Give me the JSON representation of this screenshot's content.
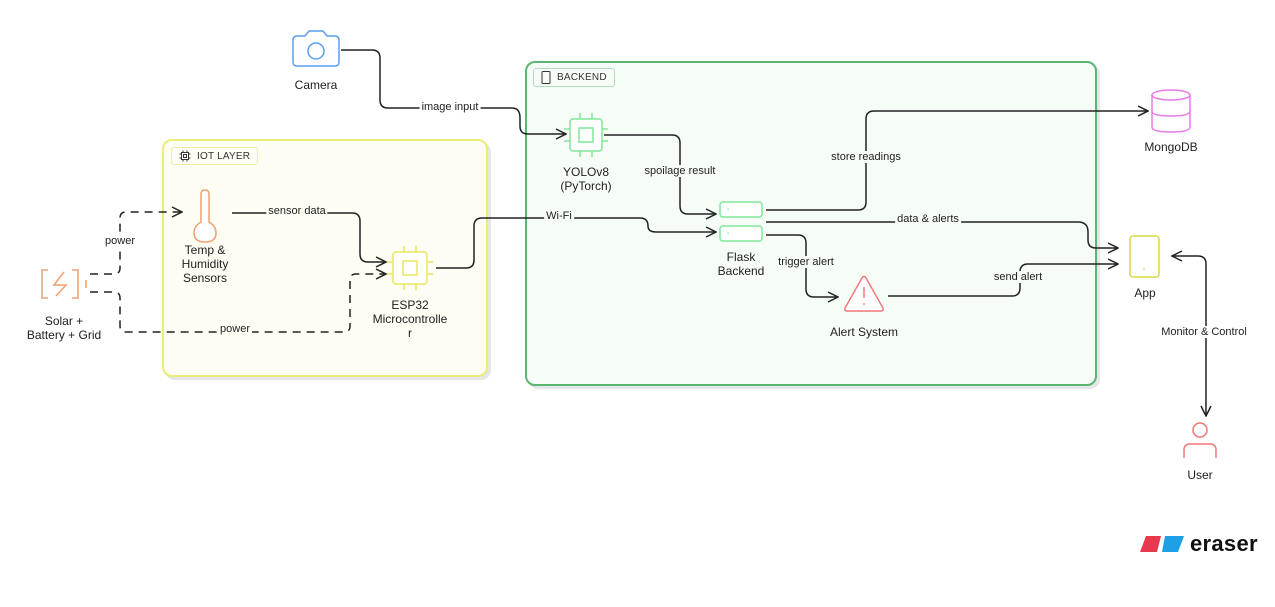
{
  "diagram": {
    "groups": {
      "iot": {
        "label": "IOT LAYER",
        "icon": "chip-icon",
        "border_color": "#ecec78",
        "fill_color": "#fdfdf3"
      },
      "backend": {
        "label": "BACKEND",
        "icon": "tablet-icon",
        "border_color": "#5ab673",
        "fill_color": "#f6fdf7"
      }
    },
    "nodes": {
      "camera": {
        "label": "Camera",
        "icon": "camera-icon",
        "color": "#5a9ff0"
      },
      "power": {
        "label_line1": "Solar +",
        "label_line2": "Battery + Grid",
        "icon": "battery-bolt-icon",
        "color": "#f0a070"
      },
      "sensors": {
        "label_line1": "Temp &",
        "label_line2": "Humidity",
        "label_line3": "Sensors",
        "icon": "thermometer-icon",
        "color": "#f0a070"
      },
      "esp32": {
        "label_line1": "ESP32",
        "label_line2": "Microcontrolle",
        "label_line3": "r",
        "icon": "chip-icon",
        "color": "#e8e860"
      },
      "yolo": {
        "label_line1": "YOLOv8",
        "label_line2": "(PyTorch)",
        "icon": "chip-icon",
        "color": "#7ee89a"
      },
      "flask": {
        "label_line1": "Flask",
        "label_line2": "Backend",
        "icon": "server-icon",
        "color": "#7ee89a"
      },
      "alert": {
        "label": "Alert System",
        "icon": "warning-icon",
        "color": "#f07878"
      },
      "mongodb": {
        "label": "MongoDB",
        "icon": "database-icon",
        "color": "#e87ae8"
      },
      "app": {
        "label": "App",
        "icon": "mobile-icon",
        "color": "#d8d840"
      },
      "user": {
        "label": "User",
        "icon": "user-icon",
        "color": "#f07878"
      }
    },
    "edges": {
      "image_input": "image input",
      "power_sensors": "power",
      "power_esp32": "power",
      "sensor_data": "sensor data",
      "wifi": "Wi-Fi",
      "spoilage_result": "spoilage result",
      "store_readings": "store readings",
      "data_alerts": "data & alerts",
      "trigger_alert": "trigger alert",
      "send_alert": "send alert",
      "monitor_control": "Monitor & Control"
    }
  },
  "branding": {
    "name": "eraser",
    "colors": [
      "#e8384f",
      "#1ea0e6"
    ]
  }
}
